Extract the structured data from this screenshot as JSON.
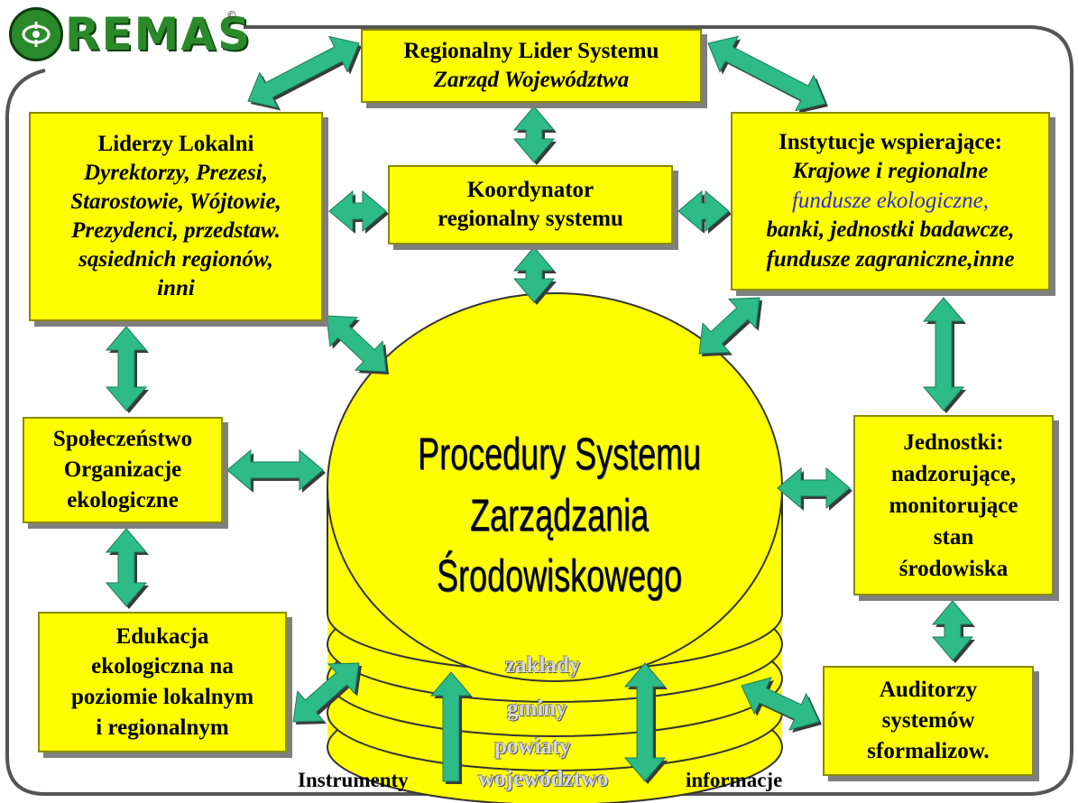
{
  "logo": {
    "text": "REMAS",
    "reg": "©"
  },
  "boxes": {
    "regional_leader": {
      "line1": "Regionalny Lider Systemu",
      "line2": "Zarząd Województwa"
    },
    "local_leaders": {
      "title": "Liderzy Lokalni",
      "lines": [
        "Dyrektorzy, Prezesi,",
        "Starostowie, Wójtowie,",
        "Prezydenci, przedstaw.",
        "sąsiednich regionów,",
        "inni"
      ]
    },
    "coordinator": {
      "line1": "Koordynator",
      "line2": "regionalny systemu"
    },
    "support": {
      "title": "Instytucje wspierające:",
      "line1": "Krajowe i regionalne",
      "line2": "fundusze ekologiczne,",
      "line3": "banki, jednostki badawcze,",
      "line4": "fundusze zagraniczne,inne"
    },
    "society": {
      "line1": "Społeczeństwo",
      "line2": "Organizacje",
      "line3": "ekologiczne"
    },
    "units": {
      "line1": "Jednostki:",
      "line2": "nadzorujące,",
      "line3": "monitorujące",
      "line4": "stan",
      "line5": "środowiska"
    },
    "education": {
      "line1": "Edukacja",
      "line2": "ekologiczna na",
      "line3": "poziomie lokalnym",
      "line4": "i regionalnym"
    },
    "auditors": {
      "line1": "Auditorzy",
      "line2": "systemów",
      "line3": "sformalizow."
    }
  },
  "cylinder": {
    "title1": "Procedury Systemu",
    "title2": "Zarządzania Środowiskowego",
    "layers": [
      "zakłady",
      "gminy",
      "powiaty",
      "województwo"
    ]
  },
  "labels": {
    "instruments": "Instrumenty",
    "information": "informacje"
  },
  "colors": {
    "box": "#ffff00",
    "arrow": "#2dbb88",
    "frame": "#555555",
    "shadow": "#7f7f7f"
  }
}
